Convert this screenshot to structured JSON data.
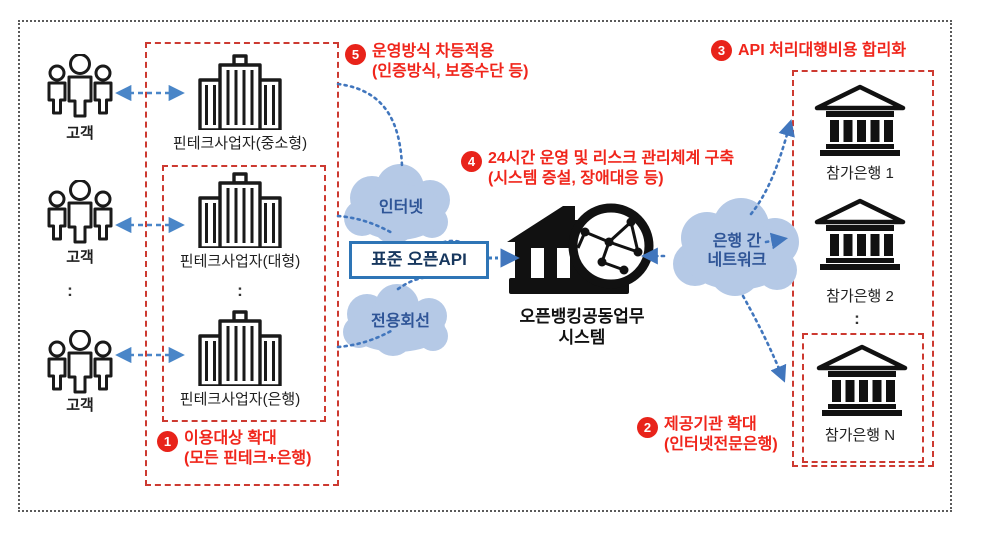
{
  "diagram": {
    "customers": [
      {
        "label": "고객"
      },
      {
        "label": "고객"
      },
      {
        "label": "고객"
      }
    ],
    "customers_ellipsis": ":",
    "fintech": {
      "items": [
        {
          "label": "핀테크사업자(중소형)"
        },
        {
          "label": "핀테크사업자(대형)"
        },
        {
          "label": "핀테크사업자(은행)"
        }
      ],
      "ellipsis": ":"
    },
    "clouds": {
      "internet": "인터넷",
      "dedicated_line": "전용회선",
      "interbank_line1": "은행 간",
      "interbank_line2": "네트워크"
    },
    "api_box_label": "표준 오픈API",
    "system": {
      "line1": "오픈뱅킹공동업무",
      "line2": "시스템"
    },
    "banks": {
      "items": [
        {
          "label": "참가은행 1"
        },
        {
          "label": "참가은행 2"
        },
        {
          "label": "참가은행 N"
        }
      ],
      "ellipsis": ":"
    },
    "annotations": [
      {
        "num": "1",
        "line1": "이용대상 확대",
        "line2": "(모든 핀테크+은행)"
      },
      {
        "num": "2",
        "line1": "제공기관 확대",
        "line2": "(인터넷전문은행)"
      },
      {
        "num": "3",
        "line1": "API 처리대행비용 합리화"
      },
      {
        "num": "4",
        "line1": "24시간 운영 및 리스크 관리체계 구축",
        "line2": "(시스템 증설, 장애대응 등)"
      },
      {
        "num": "5",
        "line1": "운영방식 차등적용",
        "line2": "(인증방식, 보증수단 등)"
      }
    ],
    "colors": {
      "annotation_red": "#f0251b",
      "dashed_box_red": "#cd3a31",
      "connector_blue": "#4176bd",
      "arrow_blue": "#4a86c8",
      "cloud_fill": "#b5c9e6",
      "cloud_text": "#2f5597",
      "api_box_border": "#2e75b6",
      "api_box_text": "#17375e"
    }
  }
}
